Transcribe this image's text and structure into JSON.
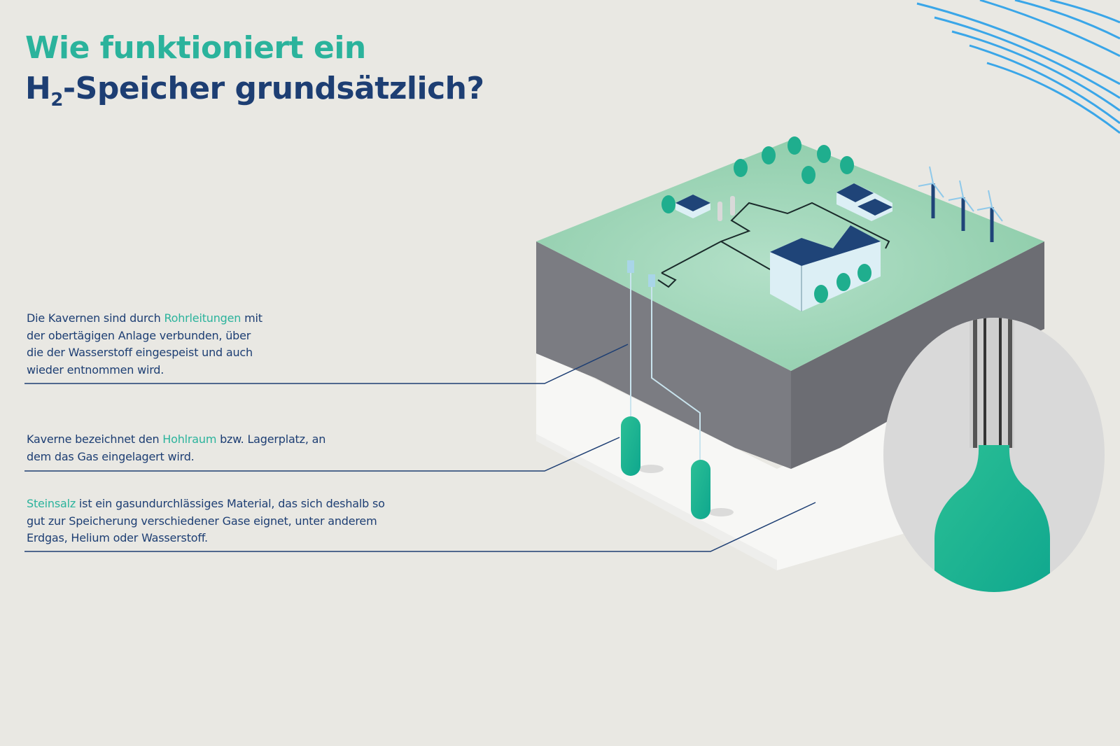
{
  "title": {
    "line1": "Wie funktioniert ein",
    "line2_prefix": "H",
    "line2_sub": "2",
    "line2_rest": "-Speicher grundsätzlich?"
  },
  "annotations": [
    {
      "pre": "Die Kavernen sind durch ",
      "highlight": "Rohrleitungen",
      "post": " mit der obertägigen Anlage verbunden, über die der Wasserstoff eingespeist und auch wieder entnommen wird."
    },
    {
      "pre": "Kaverne bezeichnet den ",
      "highlight": "Hohlraum",
      "post": " bzw. Lagerplatz, an dem das Gas eingelagert wird."
    },
    {
      "pre": "",
      "highlight": "Steinsalz",
      "post": " ist ein gasundurchlässiges Material, das sich deshalb so gut zur Speicherung verschiedener Gase eignet, unter anderem Erdgas, Helium oder Wasserstoff."
    }
  ],
  "colors": {
    "background": "#e9e8e3",
    "title_accent": "#2bb39c",
    "title_dark": "#1d3e73",
    "ground": "#9fd3b7",
    "rock": "#7b7c82",
    "salt": "#f7f7f5",
    "cavern": "#1fae8e",
    "arcs": "#3aa6e8"
  }
}
